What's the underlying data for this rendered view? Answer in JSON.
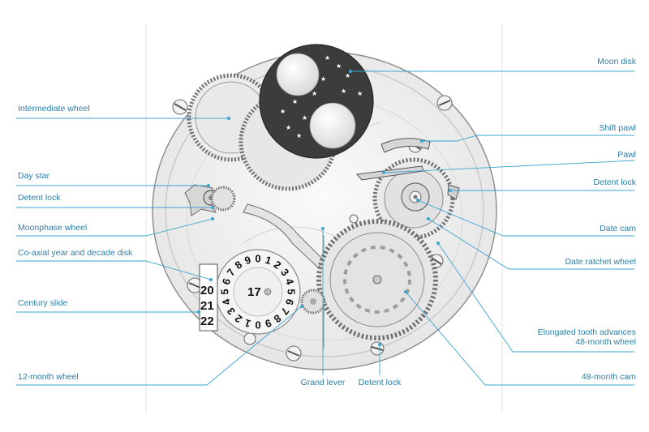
{
  "labels": {
    "moon_disk": "Moon disk",
    "intermediate_wheel": "Intermediate wheel",
    "shift_pawl": "Shift pawl",
    "pawl": "Pawl",
    "day_star": "Day star",
    "detent_lock_left": "Detent lock",
    "detent_lock_right": "Detent lock",
    "moonphase_wheel": "Moonphase wheel",
    "date_cam": "Date cam",
    "coaxial_disk": "Co-axial year and decade disk",
    "date_ratchet_wheel": "Date ratchet wheel",
    "century_slide": "Century slide",
    "elongated_tooth_line1": "Elongated tooth advances",
    "elongated_tooth_line2": "48-month wheel",
    "twelve_month_wheel": "12-month wheel",
    "grand_lever": "Grand lever",
    "detent_lock_bottom": "Detent lock",
    "forty_eight_month_cam": "48-month cam"
  },
  "century_slide_years": [
    "20",
    "21",
    "22"
  ],
  "year_disk_center": "17",
  "year_disk_digits": [
    "0",
    "1",
    "2",
    "3",
    "4",
    "5",
    "6",
    "7",
    "8",
    "9",
    "0",
    "1",
    "2",
    "3",
    "4",
    "5",
    "6",
    "7",
    "8",
    "9"
  ],
  "colors": {
    "label": "#2b7fa8",
    "leader": "#3aa6cf",
    "moon_disk": "#3c3c3c",
    "metal": "#e3e3e3"
  }
}
